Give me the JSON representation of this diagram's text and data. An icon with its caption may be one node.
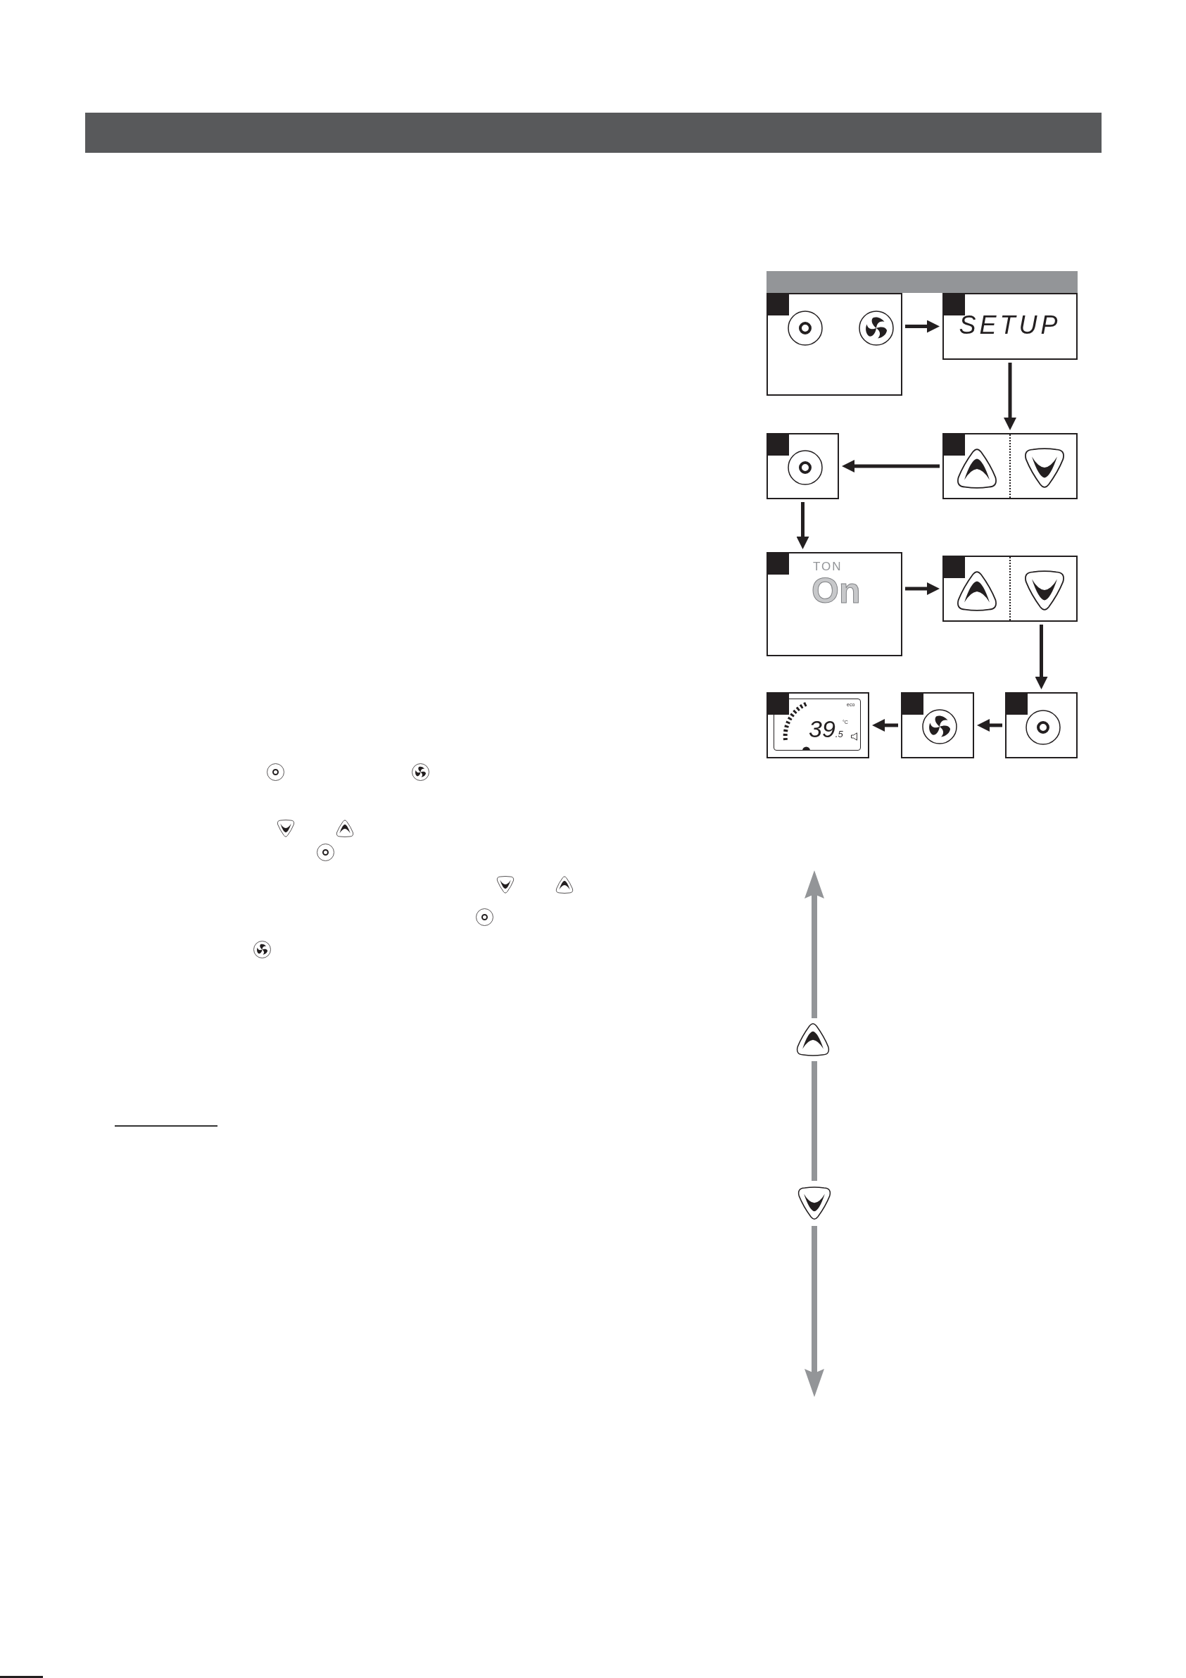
{
  "diagram": {
    "nodes": [
      {
        "text": [],
        "shape": "box"
      },
      {
        "text": [
          "SETUP"
        ]
      },
      {
        "text": [],
        "shape": "box"
      },
      {
        "text": [],
        "shape": "box"
      },
      {
        "text": [
          "TON",
          "On"
        ]
      },
      {
        "text": [],
        "shape": "box"
      },
      {
        "text": [
          "eco",
          "39$_{.5}$",
          "°C"
        ]
      },
      {
        "text": [],
        "shape": "box"
      },
      {
        "text": [],
        "shape": "box"
      }
    ],
    "edges": [
      {
        "from": 0,
        "to": 1,
        "arrow": "to"
      },
      {
        "from": 1,
        "to": 3,
        "arrow": "to"
      },
      {
        "from": 3,
        "to": 2,
        "arrow": "to"
      },
      {
        "from": 2,
        "to": 4,
        "arrow": "to"
      },
      {
        "from": 4,
        "to": 5,
        "arrow": "to"
      },
      {
        "from": 5,
        "to": 8,
        "arrow": "to"
      },
      {
        "from": 8,
        "to": 7,
        "arrow": "to"
      },
      {
        "from": 7,
        "to": 6,
        "arrow": "to"
      }
    ]
  }
}
